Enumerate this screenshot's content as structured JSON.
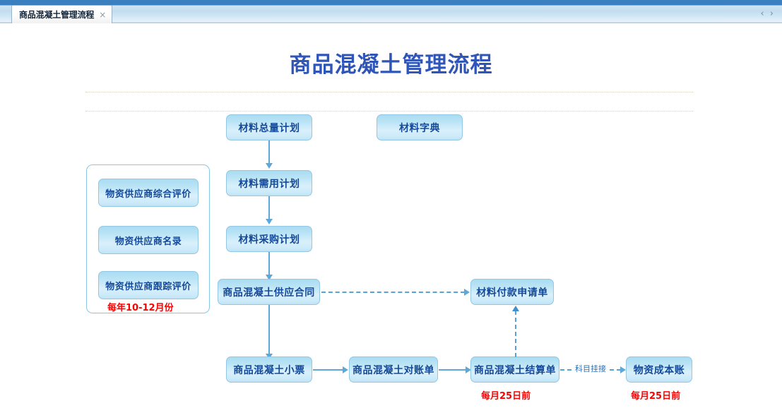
{
  "browser": {
    "tab_title": "商品混凝土管理流程",
    "close_icon": "×",
    "nav_icons": "‹ ›"
  },
  "page": {
    "title": "商品混凝土管理流程"
  },
  "colors": {
    "title_blue": "#2f55b8",
    "node_fill_top": "#a9dcf2",
    "node_fill_bottom": "#bfe3f5",
    "node_border": "#93c7e4",
    "node_text": "#14499a",
    "connector": "#5ea8d8",
    "note_red": "#ff0000",
    "rule_dotted": "#d9cfc2",
    "tabbar_top": "#3a80c1"
  },
  "flow": {
    "nodes": [
      {
        "id": "material-total-plan",
        "label": "材料总量计划"
      },
      {
        "id": "material-dictionary",
        "label": "材料字典"
      },
      {
        "id": "material-demand-plan",
        "label": "材料需用计划"
      },
      {
        "id": "material-purchase-plan",
        "label": "材料采购计划"
      },
      {
        "id": "concrete-supply-contract",
        "label": "商品混凝土供应合同"
      },
      {
        "id": "material-payment-request",
        "label": "材料付款申请单"
      },
      {
        "id": "concrete-ticket",
        "label": "商品混凝土小票"
      },
      {
        "id": "concrete-reconciliation",
        "label": "商品混凝土对账单"
      },
      {
        "id": "concrete-settlement",
        "label": "商品混凝土结算单"
      },
      {
        "id": "material-cost-ledger",
        "label": "物资成本账"
      }
    ],
    "vendor_panel": {
      "items": [
        {
          "id": "vendor-overall-evaluation",
          "label": "物资供应商综合评价"
        },
        {
          "id": "vendor-directory",
          "label": "物资供应商名录"
        },
        {
          "id": "vendor-tracking-evaluation",
          "label": "物资供应商跟踪评价"
        }
      ],
      "note": "每年10-12月份"
    },
    "edge_labels": [
      {
        "id": "account-linkage",
        "label": "科目挂接"
      }
    ],
    "notes": [
      {
        "id": "settlement-deadline",
        "label": "每月25日前"
      },
      {
        "id": "cost-ledger-deadline",
        "label": "每月25日前"
      }
    ]
  }
}
